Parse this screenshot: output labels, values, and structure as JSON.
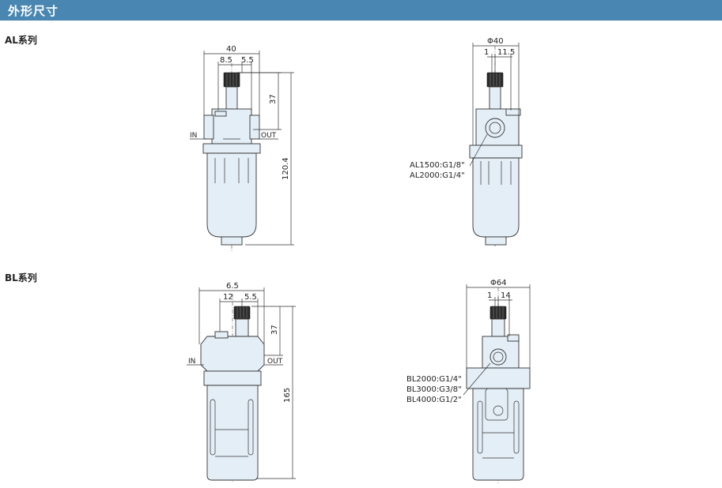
{
  "header": {
    "title": "外形尺寸",
    "color": "#4a86b2"
  },
  "sections": {
    "al": {
      "label": "AL系列",
      "front": {
        "width": "40",
        "d1": "8.5",
        "d2": "5.5",
        "top_height": "37",
        "total_height": "120.4",
        "in_label": "IN",
        "out_label": "OUT"
      },
      "side": {
        "diameter": "Φ40",
        "d1": "1",
        "d2": "11.5",
        "ports": [
          "AL1500:G1/8\"",
          "AL2000:G1/4\""
        ]
      }
    },
    "bl": {
      "label": "BL系列",
      "front": {
        "width": "6.5",
        "d1": "12",
        "d2": "5.5",
        "top_height": "37",
        "total_height": "165",
        "in_label": "IN",
        "out_label": "OUT"
      },
      "side": {
        "diameter": "Φ64",
        "d1": "1",
        "d2": "14",
        "ports": [
          "BL2000:G1/4\"",
          "BL3000:G3/8\"",
          "BL4000:G1/2\""
        ]
      }
    }
  }
}
